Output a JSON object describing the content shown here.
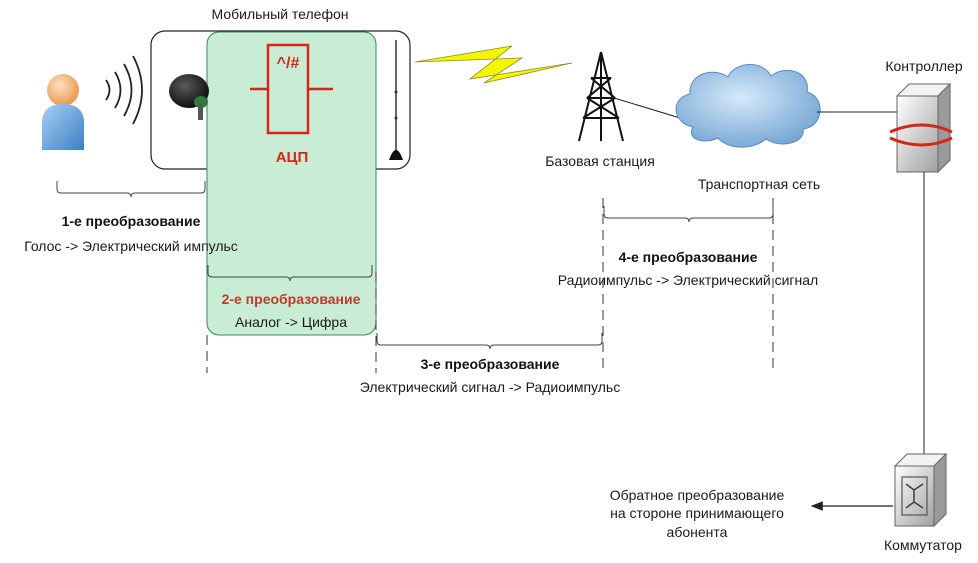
{
  "colors": {
    "green_fill": "#c9ecd5",
    "green_stroke": "#2e8b57",
    "adc_red": "#d6251a",
    "stage2_red": "#c0392b",
    "lightning_yellow": "#f5f500",
    "cloud_blue": "#9dc3e6",
    "person_blue": "#6fa8dc"
  },
  "labels": {
    "mobile_phone": "Мобильный телефон",
    "adc_symbol": "^/#",
    "adc": "АЦП",
    "base_station": "Базовая станция",
    "transport_network": "Транспортная сеть",
    "controller": "Контроллер",
    "switch": "Коммутатор",
    "reverse_line1": "Обратное преобразование",
    "reverse_line2": "на стороне принимающего",
    "reverse_line3": "абонента"
  },
  "stages": [
    {
      "title": "1-е преобразование",
      "desc": "Голос -> Электрический импульс"
    },
    {
      "title": "2-е преобразование",
      "desc": "Аналог -> Цифра"
    },
    {
      "title": "3-е преобразование",
      "desc": "Электрический сигнал -> Радиоимпульс"
    },
    {
      "title": "4-е преобразование",
      "desc": "Радиоимпульс -> Электрический сигнал"
    }
  ],
  "icons": {
    "person": "person-icon",
    "sound_waves": "sound-waves-icon",
    "microphone": "microphone-icon",
    "antenna": "antenna-icon",
    "lightning": "lightning-icon",
    "tower": "tower-icon",
    "cloud": "cloud-icon",
    "controller": "controller-icon",
    "switch": "switch-icon",
    "arrow": "arrow-left-icon"
  }
}
